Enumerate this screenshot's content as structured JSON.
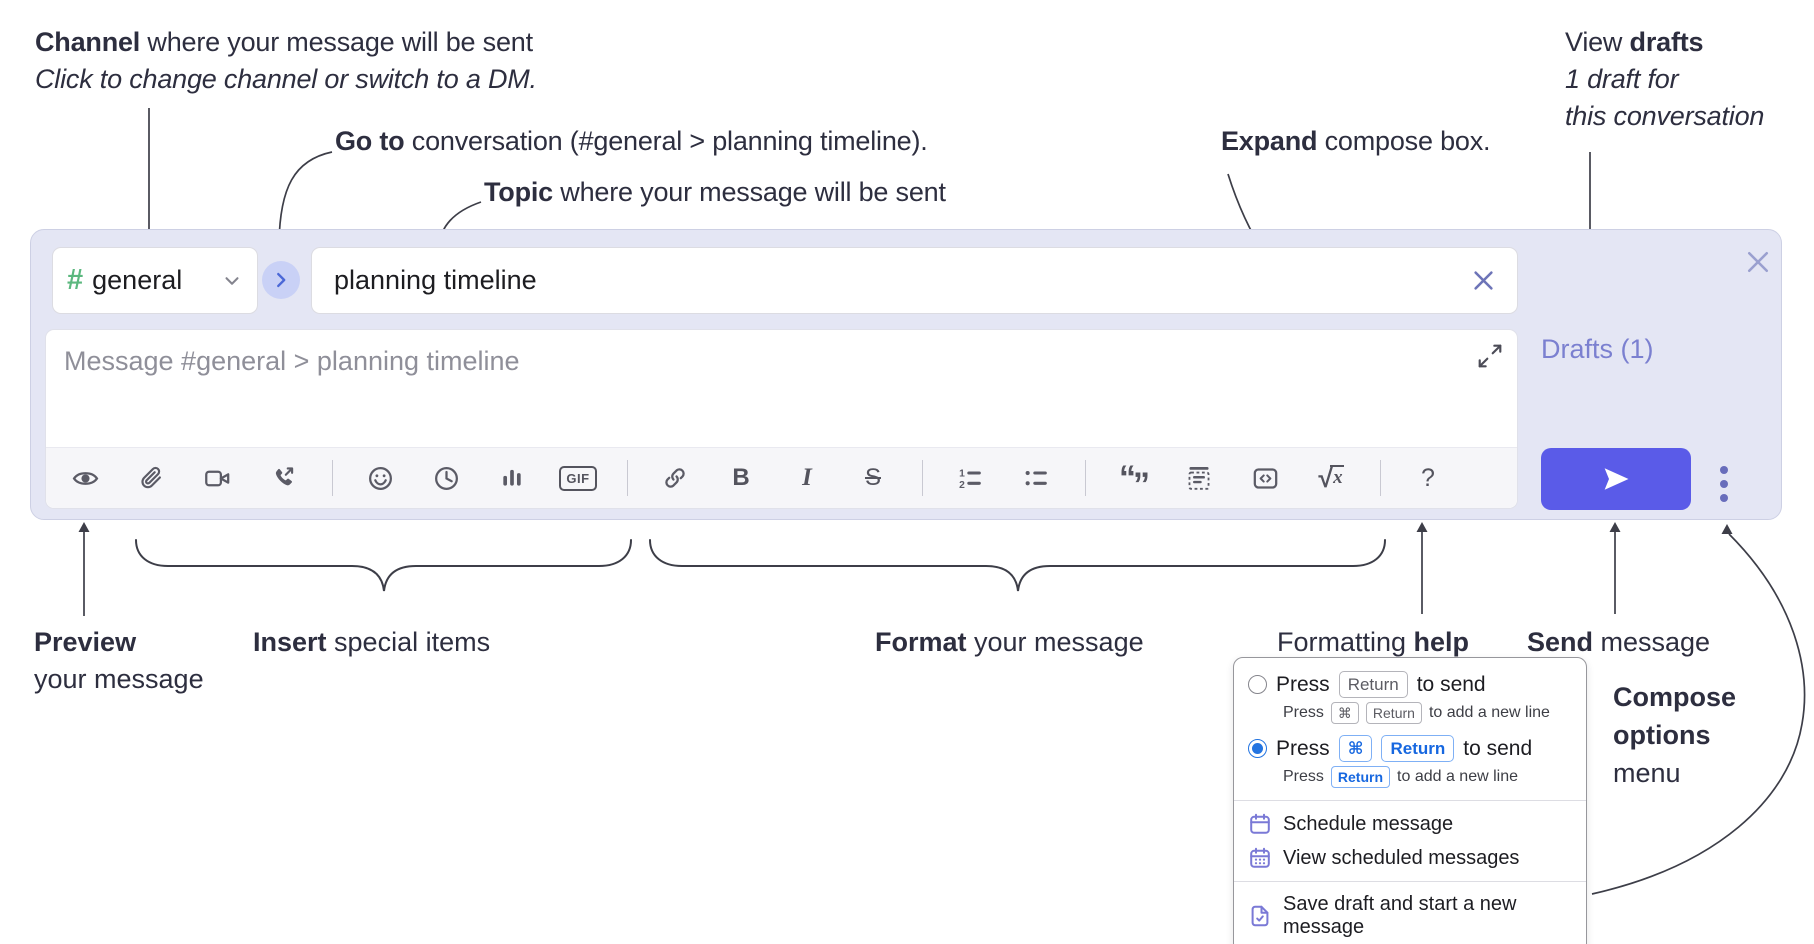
{
  "annotations": {
    "channel": {
      "bold": "Channel",
      "rest": " where your message will be sent",
      "italic": "Click to change channel or switch to a DM."
    },
    "go_to": {
      "bold": "Go to",
      "rest": " conversation (#general > planning timeline)."
    },
    "topic": {
      "bold": "Topic",
      "rest": " where your message will be sent"
    },
    "expand": {
      "bold": "Expand",
      "rest": " compose box."
    },
    "view_drafts": {
      "prefix": "View ",
      "bold": "drafts",
      "line2": "1 draft for",
      "line3": "this conversation"
    },
    "preview": {
      "bold": "Preview",
      "line2": "your message"
    },
    "insert": {
      "bold": "Insert",
      "rest": " special items"
    },
    "format": {
      "bold": "Format",
      "rest": " your message"
    },
    "formatting_help": {
      "prefix": "Formatting ",
      "bold": "help"
    },
    "send": {
      "bold": "Send",
      "rest": " message"
    },
    "compose_options": {
      "line1": "Compose",
      "line2": "options",
      "line3": "menu"
    }
  },
  "composer": {
    "channel": {
      "hash": "#",
      "name": "general"
    },
    "topic_value": "planning timeline",
    "message_placeholder": "Message #general > planning timeline",
    "drafts_link": "Drafts (1)",
    "toolbar": {
      "bold": "B",
      "italic": "I",
      "strike": "S",
      "gif": "GIF",
      "quote_open": "“",
      "quote_close": "”",
      "radical": "√",
      "radical_x": "x",
      "help": "?",
      "ol_1": "1",
      "ol_2": "2"
    }
  },
  "options_menu": {
    "option_return": {
      "press": "Press",
      "key": "Return",
      "suffix": "to send",
      "sub_press": "Press",
      "sub_key_cmd": "⌘",
      "sub_key_return": "Return",
      "sub_suffix": "to add a new line"
    },
    "option_cmd_return": {
      "press": "Press",
      "key_cmd": "⌘",
      "key_return": "Return",
      "suffix": "to send",
      "sub_press": "Press",
      "sub_key_return": "Return",
      "sub_suffix": "to add a new line"
    },
    "items": [
      {
        "label": "Schedule message"
      },
      {
        "label": "View scheduled messages"
      },
      {
        "label": "Save draft and start a new message"
      }
    ]
  },
  "colors": {
    "composer_bg": "#e4e6f4",
    "send_button": "#5a5be8",
    "drafts_link": "#7b80d0",
    "channel_hash_green": "#5cb87f",
    "goto_button_bg": "#c9d1f6",
    "goto_chevron": "#4b68d7",
    "selected_radio_blue": "#2374e1",
    "key_chip_blue": "#1667e0",
    "menu_icon_purple": "#7a79d6",
    "annotation_text": "#2d2e3f",
    "toolbar_icon": "#5b5b66"
  }
}
